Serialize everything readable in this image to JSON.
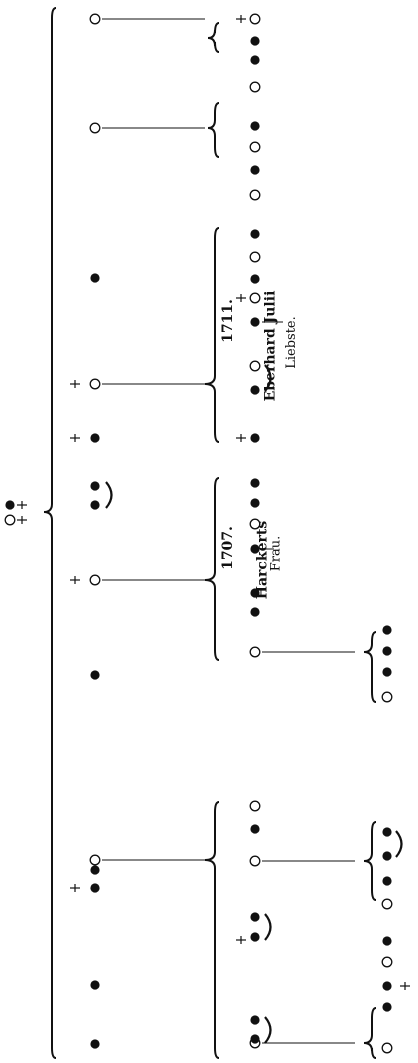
{
  "diagram": {
    "legend": {
      "male_symbol": "●",
      "female_symbol": "○",
      "deceased_mark": "+"
    },
    "colors": {
      "ink": "#111111",
      "paper": "#ffffff"
    },
    "labels": {
      "year_1707": "1707.",
      "year_1711": "1711.",
      "harckerts": "Harckerts",
      "frau": "Frau.",
      "eberhard": "Eberhard Julii",
      "liebste": "Liebste."
    }
  }
}
